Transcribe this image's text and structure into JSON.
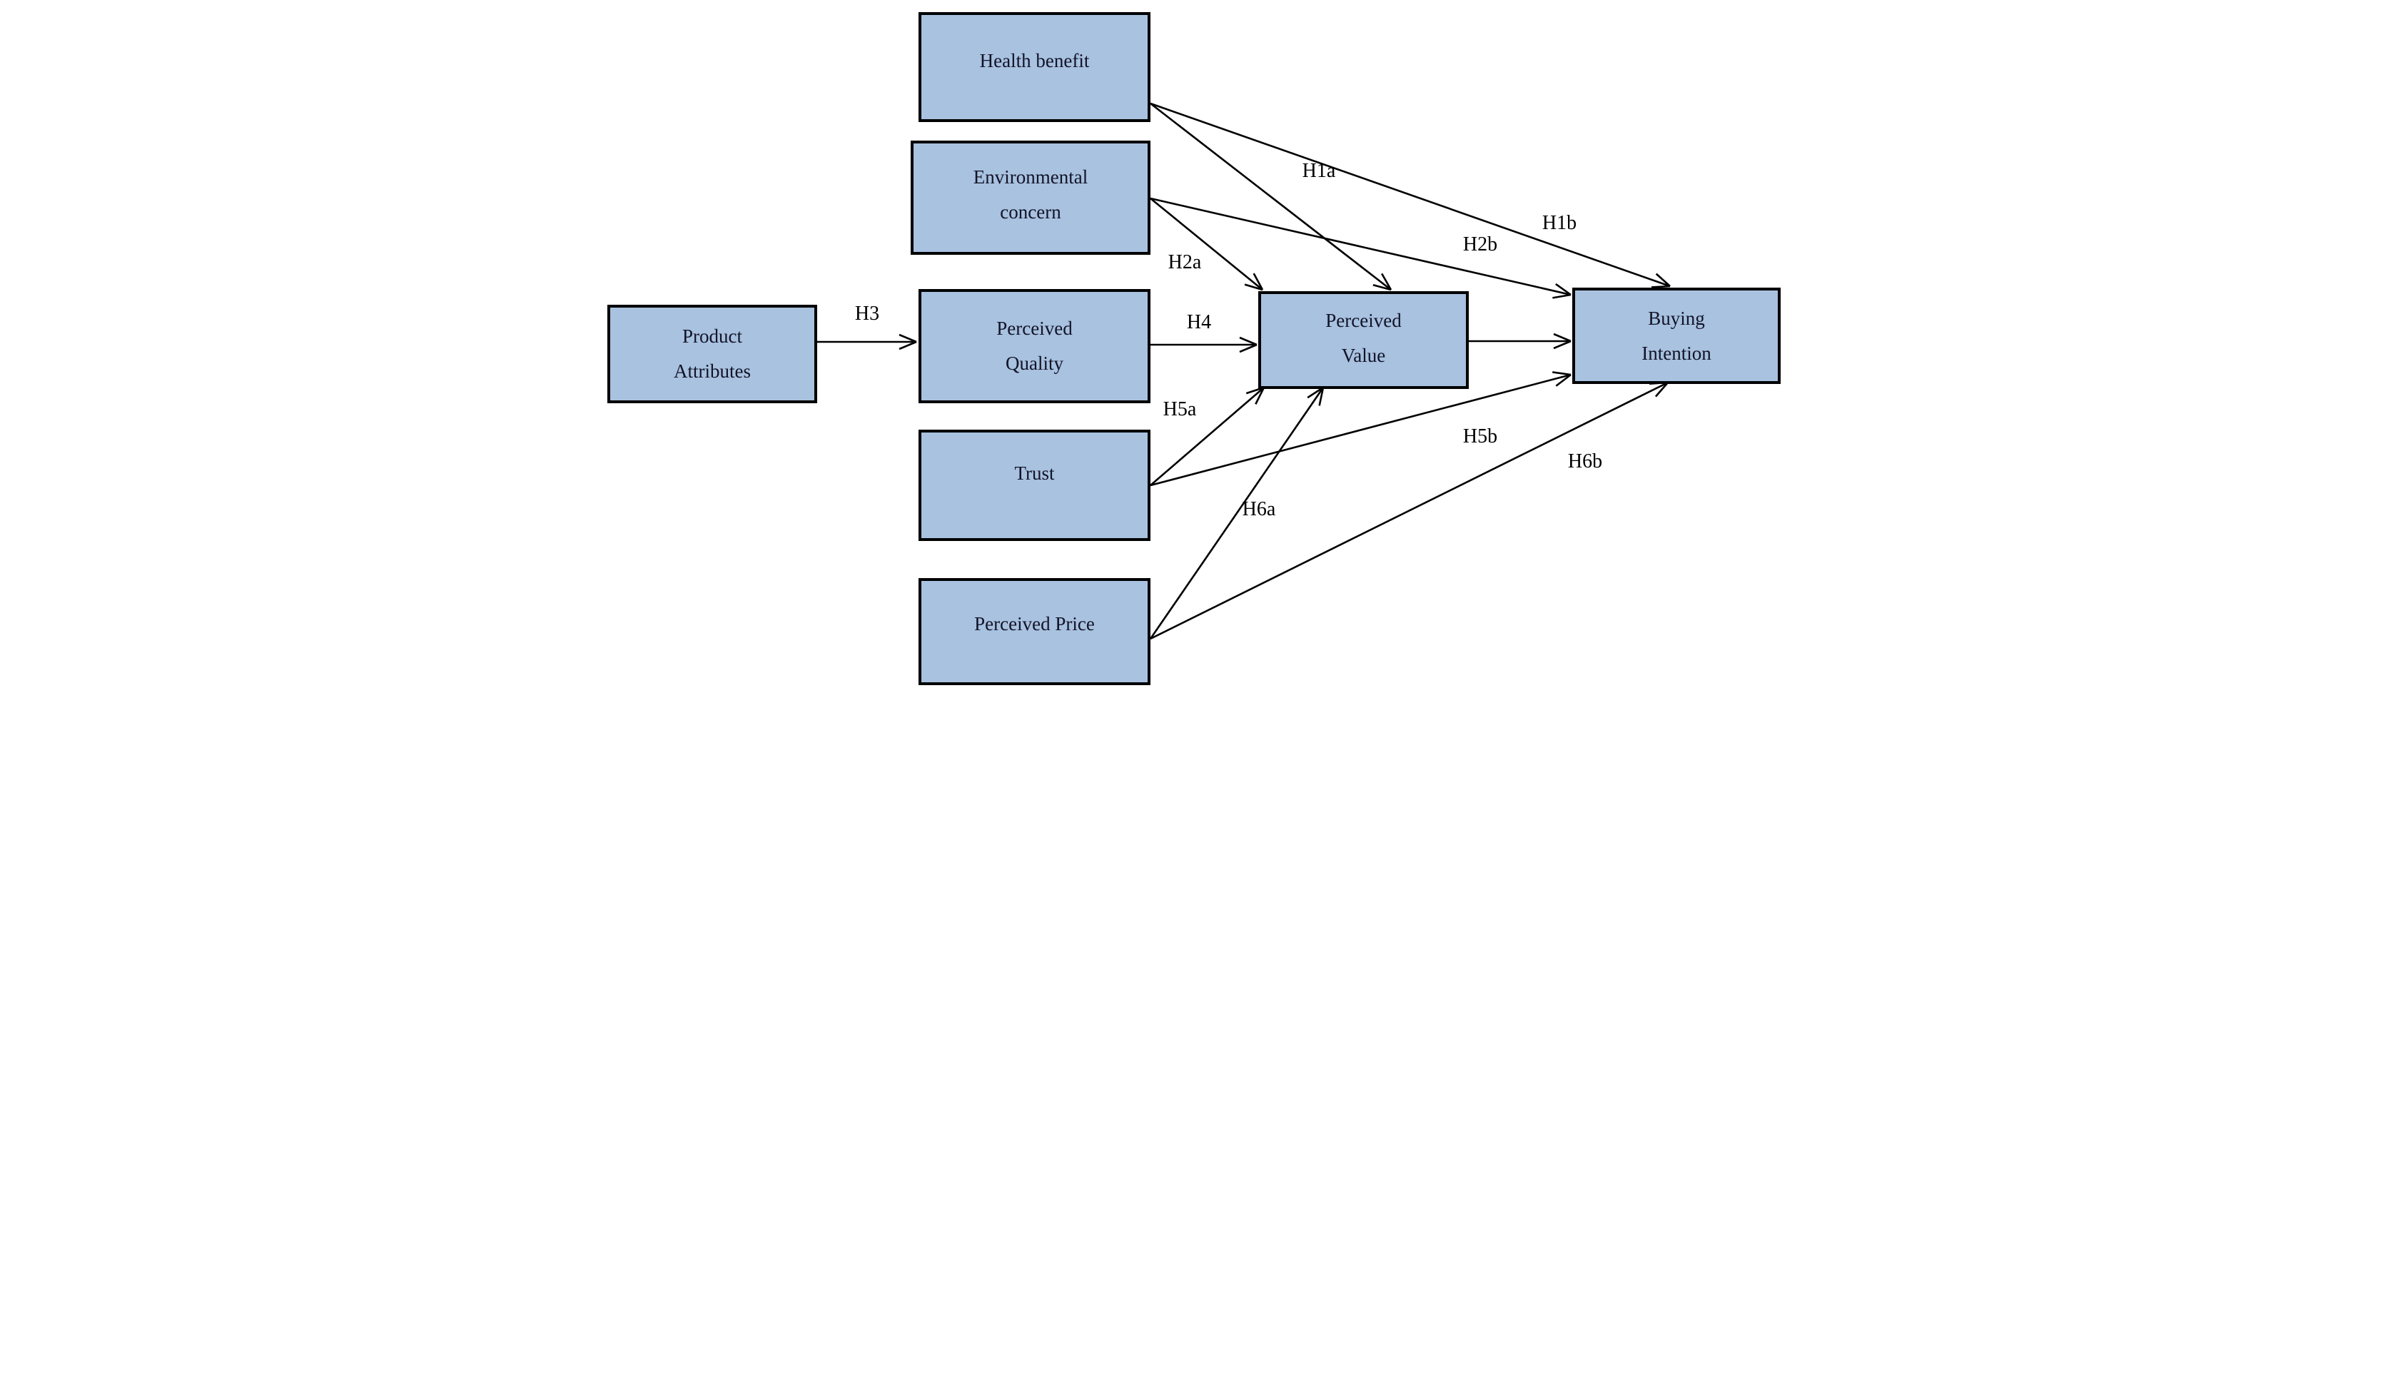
{
  "diagram": {
    "type": "hypothesis-path-model",
    "background": "#ffffff"
  },
  "colors": {
    "node_fill": "#a8c2e0",
    "node_border": "#000000",
    "node_text": "#131327",
    "arrow": "#000000",
    "label_text": "#000000"
  },
  "nodes": {
    "product_attributes": {
      "label": "Product Attributes"
    },
    "health_benefit": {
      "label": "Health benefit"
    },
    "environmental_concern": {
      "label": "Environmental concern"
    },
    "perceived_quality": {
      "label": "Perceived Quality"
    },
    "trust": {
      "label": "Trust"
    },
    "perceived_price": {
      "label": "Perceived Price"
    },
    "perceived_value": {
      "label": "Perceived Value"
    },
    "buying_intention": {
      "label": "Buying Intention"
    }
  },
  "edges": {
    "h3": {
      "label": "H3",
      "from": "Product Attributes",
      "to": "Perceived Quality"
    },
    "h1a": {
      "label": "H1a",
      "from": "Health benefit",
      "to": "Perceived Value"
    },
    "h1b": {
      "label": "H1b",
      "from": "Health benefit",
      "to": "Buying Intention"
    },
    "h2a": {
      "label": "H2a",
      "from": "Environmental concern",
      "to": "Perceived Value"
    },
    "h2b": {
      "label": "H2b",
      "from": "Environmental concern",
      "to": "Buying Intention"
    },
    "h4": {
      "label": "H4",
      "from": "Perceived Quality",
      "to": "Perceived Value"
    },
    "h5a": {
      "label": "H5a",
      "from": "Trust",
      "to": "Perceived Value"
    },
    "h5b": {
      "label": "H5b",
      "from": "Trust",
      "to": "Buying Intention"
    },
    "h6a": {
      "label": "H6a",
      "from": "Perceived Price",
      "to": "Perceived Value"
    },
    "h6b": {
      "label": "H6b",
      "from": "Perceived Price",
      "to": "Buying Intention"
    },
    "pv_bi": {
      "label": "",
      "from": "Perceived Value",
      "to": "Buying Intention"
    }
  }
}
